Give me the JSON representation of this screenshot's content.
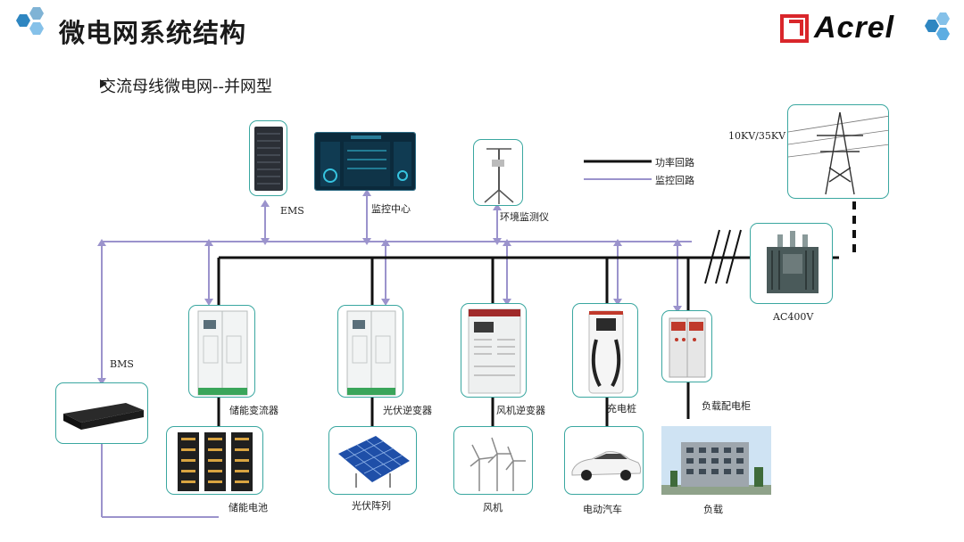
{
  "header": {
    "title": "微电网系统结构",
    "subtitle": "交流母线微电网--并网型",
    "logo_text": "Acrel"
  },
  "legend": {
    "power_loop": "功率回路",
    "monitor_loop": "监控回路"
  },
  "labels": {
    "ems": "EMS",
    "monitor_center": "监控中心",
    "env_monitor": "环境监测仪",
    "grid_voltage": "10KV/35KV",
    "transformer": "AC400V",
    "bms": "BMS",
    "pcs": "储能变流器",
    "pv_inverter": "光伏逆变器",
    "wind_inverter": "风机逆变器",
    "charger": "充电桩",
    "load_cabinet": "负载配电柜",
    "battery": "储能电池",
    "pv_array": "光伏阵列",
    "wind_turbine": "风机",
    "ev": "电动汽车",
    "load": "负载"
  },
  "colors": {
    "power_line": "#111111",
    "monitor_line": "#9b93cc",
    "frame": "#3aa7a0",
    "accent_blue": "#2e86c1",
    "logo_red": "#d9262b"
  }
}
